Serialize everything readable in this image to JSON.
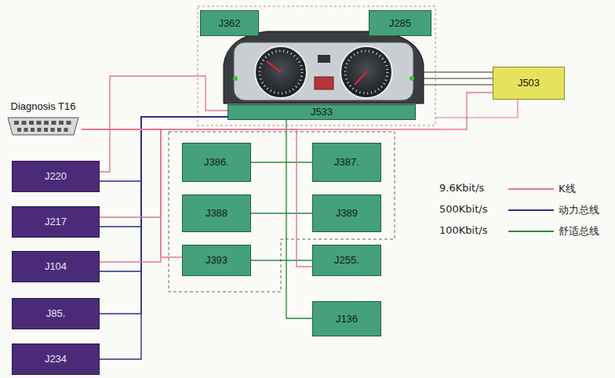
{
  "diagram": {
    "nodes": [
      {
        "text": [
          "J362"
        ]
      },
      {
        "text": [
          "J285"
        ]
      },
      {
        "text": [
          "J533"
        ]
      },
      {
        "text": [
          "J503"
        ]
      },
      {
        "text": [
          "Diagnosis T16"
        ]
      },
      {
        "text": [
          "J220"
        ]
      },
      {
        "text": [
          "J386."
        ]
      },
      {
        "text": [
          "J387."
        ]
      },
      {
        "text": [
          "J217"
        ]
      },
      {
        "text": [
          "J388"
        ]
      },
      {
        "text": [
          "J389"
        ]
      },
      {
        "text": [
          "J104"
        ]
      },
      {
        "text": [
          "J393"
        ]
      },
      {
        "text": [
          "J255."
        ]
      },
      {
        "text": [
          "J85."
        ]
      },
      {
        "text": [
          "J136"
        ]
      },
      {
        "text": [
          "J234"
        ]
      }
    ],
    "edges": [
      {
        "from": 2,
        "to": 5,
        "arrow": "none"
      },
      {
        "from": 2,
        "to": 8,
        "arrow": "none"
      },
      {
        "from": 2,
        "to": 11,
        "arrow": "none"
      },
      {
        "from": 2,
        "to": 14,
        "arrow": "none"
      },
      {
        "from": 2,
        "to": 16,
        "arrow": "none"
      },
      {
        "from": 6,
        "to": 7,
        "arrow": "none"
      },
      {
        "from": 9,
        "to": 10,
        "arrow": "none"
      },
      {
        "from": 12,
        "to": 13,
        "arrow": "none"
      },
      {
        "from": 2,
        "to": 15,
        "arrow": "none"
      },
      {
        "from": 5,
        "to": 2,
        "arrow": "none"
      },
      {
        "from": 4,
        "to": 3,
        "arrow": "none"
      },
      {
        "from": 4,
        "to": 8,
        "arrow": "none"
      },
      {
        "from": 4,
        "to": 11,
        "arrow": "none"
      },
      {
        "from": 4,
        "to": 12,
        "arrow": "none"
      },
      {
        "from": 4,
        "to": 13,
        "arrow": "none"
      }
    ],
    "labels": [
      "9.6Kbit/s",
      "500Kbit/s",
      "100Kbit/s"
    ],
    "legend": [
      {
        "text": "K线"
      },
      {
        "text": "动力总线"
      },
      {
        "text": "舒适总线"
      }
    ]
  }
}
